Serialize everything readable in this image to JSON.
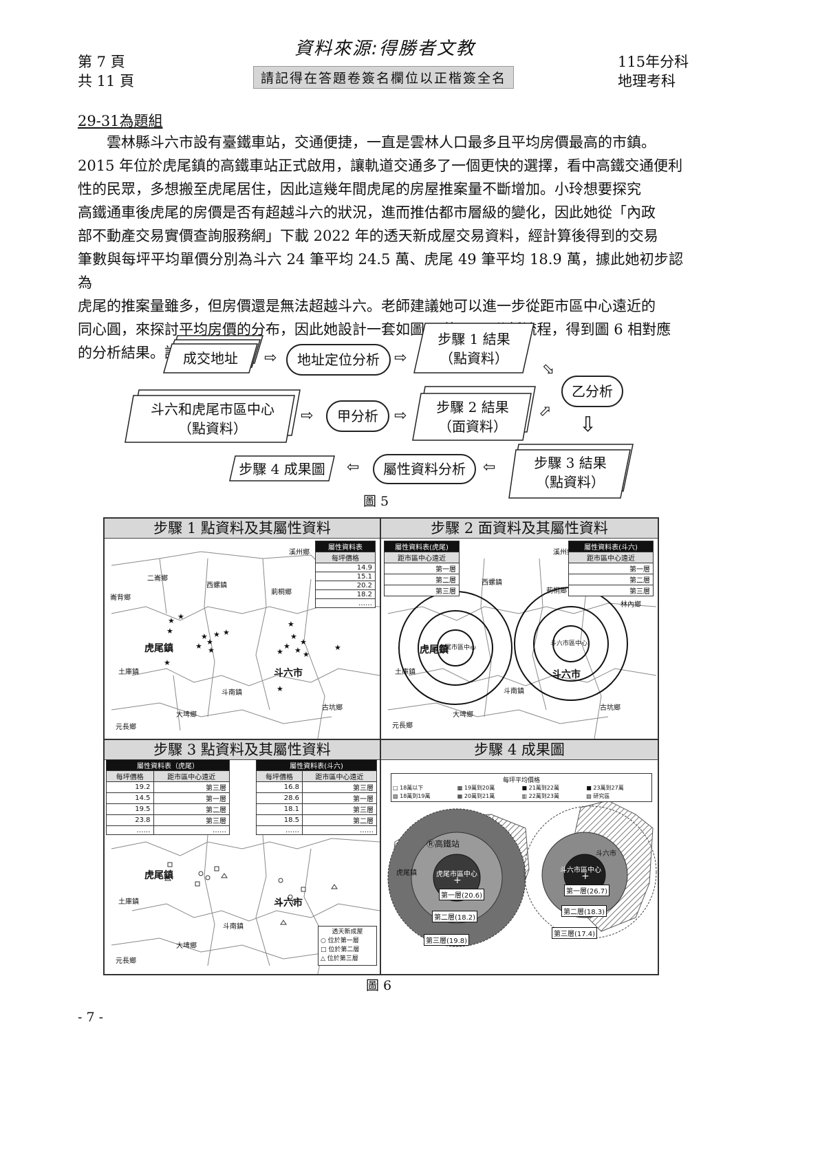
{
  "header": {
    "page_label": "第 7 頁",
    "total_label": "共 11 頁",
    "source_note": "資料來源:得勝者文教",
    "sign_notice": "請記得在答題卷簽名欄位以正楷簽全名",
    "exam_year": "115年分科",
    "exam_subject": "地理考科"
  },
  "question_group": "29-31為題組",
  "paragraph_lines": [
    "　　雲林縣斗六市設有臺鐵車站，交通便捷，一直是雲林人口最多且平均房價最高的市鎮。",
    "2015 年位於虎尾鎮的高鐵車站正式啟用，讓軌道交通多了一個更快的選擇，看中高鐵交通便利",
    "性的民眾，多想搬至虎尾居住，因此這幾年間虎尾的房屋推案量不斷增加。小玲想要探究",
    "高鐵通車後虎尾的房價是否有超越斗六的狀況，進而推估都市層級的變化，因此她從「內政",
    "部不動產交易實價查詢服務網」下載 2022 年的透天新成屋交易資料，經計算後得到的交易",
    "筆數與每坪平均單價分別為斗六 24 筆平均 24.5 萬、虎尾 49 筆平均 18.9 萬，據此她初步認為",
    "虎尾的推案量雖多，但房價還是無法超越斗六。老師建議她可以進一步從距市區中心遠近的",
    "同心圓，來探討平均房價的分布，因此她設計一套如圖 5 的 GIS 分析流程，得到圖 6 相對應",
    "的分析結果。請問："
  ],
  "flow": {
    "address": "成交地址",
    "geocode": "地址定位分析",
    "step1": [
      "步驟 1 結果",
      "（點資料）"
    ],
    "centers": [
      "斗六和虎尾市區中心",
      "（點資料）"
    ],
    "a_analysis": "甲分析",
    "step2": [
      "步驟 2 結果",
      "（面資料）"
    ],
    "b_analysis": "乙分析",
    "step3": [
      "步驟 3 結果",
      "（點資料）"
    ],
    "attr_analysis": "屬性資料分析",
    "step4": "步驟 4 成果圖",
    "caption": "圖 5"
  },
  "fig6": {
    "caption": "圖 6",
    "panel1": {
      "title": "步驟 1 點資料及其屬性資料",
      "table_title": "屬性資料表",
      "table_header": "每坪價格",
      "rows": [
        "14.9",
        "15.1",
        "20.2",
        "18.2",
        "……"
      ],
      "towns": [
        "溪州鄉",
        "二崙鄉",
        "西螺鎮",
        "莿桐鄉",
        "崙背鄉",
        "虎尾鎮",
        "土庫鎮",
        "斗六市",
        "斗南鎮",
        "古坑鄉",
        "大埤鄉",
        "元長鄉"
      ]
    },
    "panel2": {
      "title": "步驟 2 面資料及其屬性資料",
      "table_left_title": "屬性資料表(虎尾)",
      "table_right_title": "屬性資料表(斗六)",
      "table_header": "距市區中心遠近",
      "rows": [
        "第一層",
        "第二層",
        "第三層"
      ],
      "towns": [
        "溪州鄉",
        "西螺鎮",
        "莿桐鄉",
        "林內鄉",
        "虎尾鎮",
        "土庫鎮",
        "斗六市",
        "斗南鎮",
        "古坑鄉",
        "大埤鄉",
        "元長鄉"
      ],
      "center_huwei": "虎尾市區中心",
      "center_douliu": "斗六市區中心"
    },
    "panel3": {
      "title": "步驟 3 點資料及其屬性資料",
      "table_left_title": "屬性資料表（虎尾）",
      "table_right_title": "屬性資料表(斗六)",
      "col_price": "每坪價格",
      "col_dist": "距市區中心遠近",
      "left_rows": [
        [
          "19.2",
          "第三層"
        ],
        [
          "14.5",
          "第一層"
        ],
        [
          "19.5",
          "第二層"
        ],
        [
          "23.8",
          "第三層"
        ],
        [
          "……",
          "……"
        ]
      ],
      "right_rows": [
        [
          "16.8",
          "第三層"
        ],
        [
          "28.6",
          "第一層"
        ],
        [
          "18.1",
          "第三層"
        ],
        [
          "18.5",
          "第二層"
        ],
        [
          "……",
          "……"
        ]
      ],
      "towns": [
        "虎尾鎮",
        "土庫鎮",
        "斗六市",
        "斗南鎮",
        "大埤鄉",
        "元長鄉"
      ],
      "legend_title": "透天新成屋",
      "legend_items": [
        "位於第一層",
        "位於第二層",
        "位於第三層"
      ]
    },
    "panel4": {
      "title": "步驟 4 成果圖",
      "legend_title": "每坪平均價格",
      "legend_items": [
        "18萬以下",
        "19萬到20萬",
        "21萬到22萬",
        "23萬到27萬",
        "18萬到19萬",
        "20萬到21萬",
        "22萬到23萬",
        "研究區"
      ],
      "hsr": "高鐵站",
      "huwei_label": "虎尾鎮",
      "douliu_label": "斗六市",
      "center_huwei": "虎尾市區中心",
      "center_douliu": "斗六市區中心",
      "huwei_rings": [
        "第一層(20.6)",
        "第二層(18.2)",
        "第三層(19.8)"
      ],
      "douliu_rings": [
        "第一層(26.7)",
        "第二層(18.3)",
        "第三層(17.4)"
      ]
    }
  },
  "footer_page": "- 7 -"
}
